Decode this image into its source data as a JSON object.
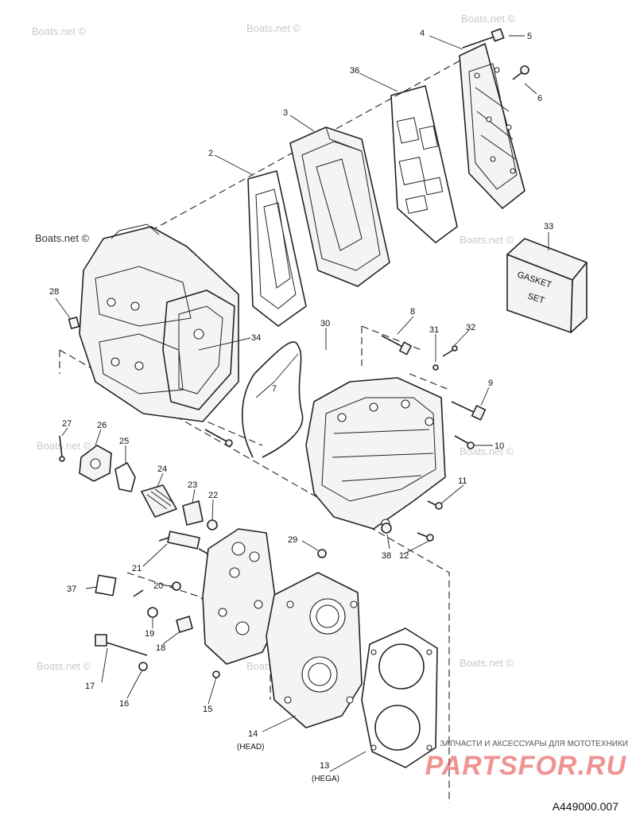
{
  "watermark": "Boats.net ©",
  "callouts": [
    {
      "id": "c4",
      "label": "4"
    },
    {
      "id": "c5",
      "label": "5"
    },
    {
      "id": "c36",
      "label": "36"
    },
    {
      "id": "c6",
      "label": "6"
    },
    {
      "id": "c3",
      "label": "3"
    },
    {
      "id": "c2",
      "label": "2"
    },
    {
      "id": "c33",
      "label": "33"
    },
    {
      "id": "c28",
      "label": "28"
    },
    {
      "id": "c34",
      "label": "34"
    },
    {
      "id": "c30",
      "label": "30"
    },
    {
      "id": "c8",
      "label": "8"
    },
    {
      "id": "c31",
      "label": "31"
    },
    {
      "id": "c32",
      "label": "32"
    },
    {
      "id": "c7",
      "label": "7"
    },
    {
      "id": "c9",
      "label": "9"
    },
    {
      "id": "c27",
      "label": "27"
    },
    {
      "id": "c26",
      "label": "26"
    },
    {
      "id": "c25",
      "label": "25"
    },
    {
      "id": "c10",
      "label": "10"
    },
    {
      "id": "c24",
      "label": "24"
    },
    {
      "id": "c23",
      "label": "23"
    },
    {
      "id": "c22",
      "label": "22"
    },
    {
      "id": "c11",
      "label": "11"
    },
    {
      "id": "c29",
      "label": "29"
    },
    {
      "id": "c38",
      "label": "38"
    },
    {
      "id": "c12",
      "label": "12"
    },
    {
      "id": "c21",
      "label": "21"
    },
    {
      "id": "c37",
      "label": "37"
    },
    {
      "id": "c20",
      "label": "20"
    },
    {
      "id": "c19",
      "label": "19"
    },
    {
      "id": "c18",
      "label": "18"
    },
    {
      "id": "c17",
      "label": "17"
    },
    {
      "id": "c16",
      "label": "16"
    },
    {
      "id": "c15",
      "label": "15"
    },
    {
      "id": "c14",
      "label": "14"
    },
    {
      "id": "c13",
      "label": "13"
    }
  ],
  "subcaptions": {
    "head": "(HEAD)",
    "hega": "(HEGA)"
  },
  "gasket_set_box": {
    "line1": "GASKET",
    "line2": "SET"
  },
  "branding": {
    "tagline": "ЗАПЧАСТИ И АКСЕССУАРЫ ДЛЯ МОТОТЕХНИКИ",
    "logo": "PARTSFOR.RU"
  },
  "reference_code": "A449000.007"
}
